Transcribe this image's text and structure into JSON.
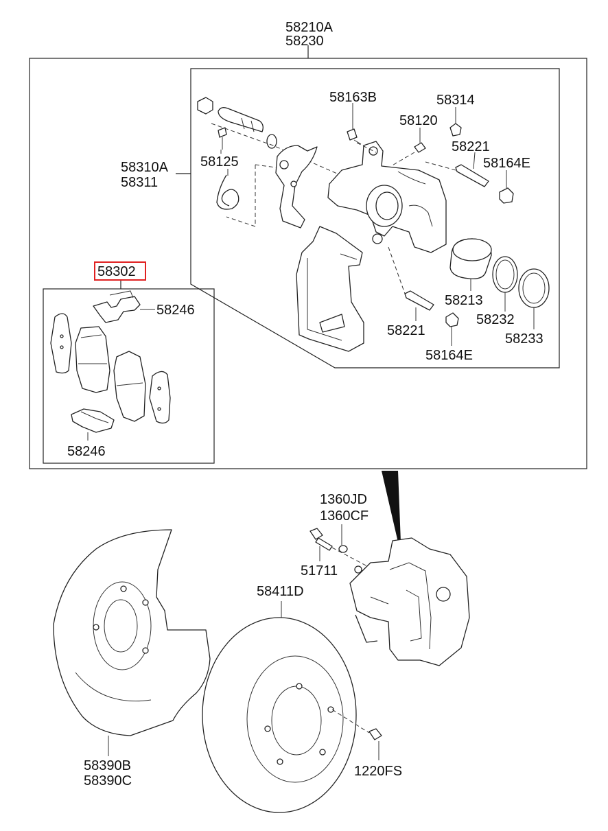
{
  "labels": {
    "l_58210a": "58210A",
    "l_58230": "58230",
    "l_58310a": "58310A",
    "l_58311": "58311",
    "l_58163b": "58163B",
    "l_58314": "58314",
    "l_58120": "58120",
    "l_58221_a": "58221",
    "l_58164e_a": "58164E",
    "l_58125": "58125",
    "l_58213": "58213",
    "l_58232": "58232",
    "l_58233": "58233",
    "l_58221_b": "58221",
    "l_58164e_b": "58164E",
    "l_58302": "58302",
    "l_58246_a": "58246",
    "l_58246_b": "58246",
    "l_1360jd": "1360JD",
    "l_1360cf": "1360CF",
    "l_51711": "51711",
    "l_58411d": "58411D",
    "l_58390b": "58390B",
    "l_58390c": "58390C",
    "l_1220fs": "1220FS"
  },
  "colors": {
    "line": "#222222",
    "highlight": "#e02020",
    "background": "#ffffff"
  }
}
